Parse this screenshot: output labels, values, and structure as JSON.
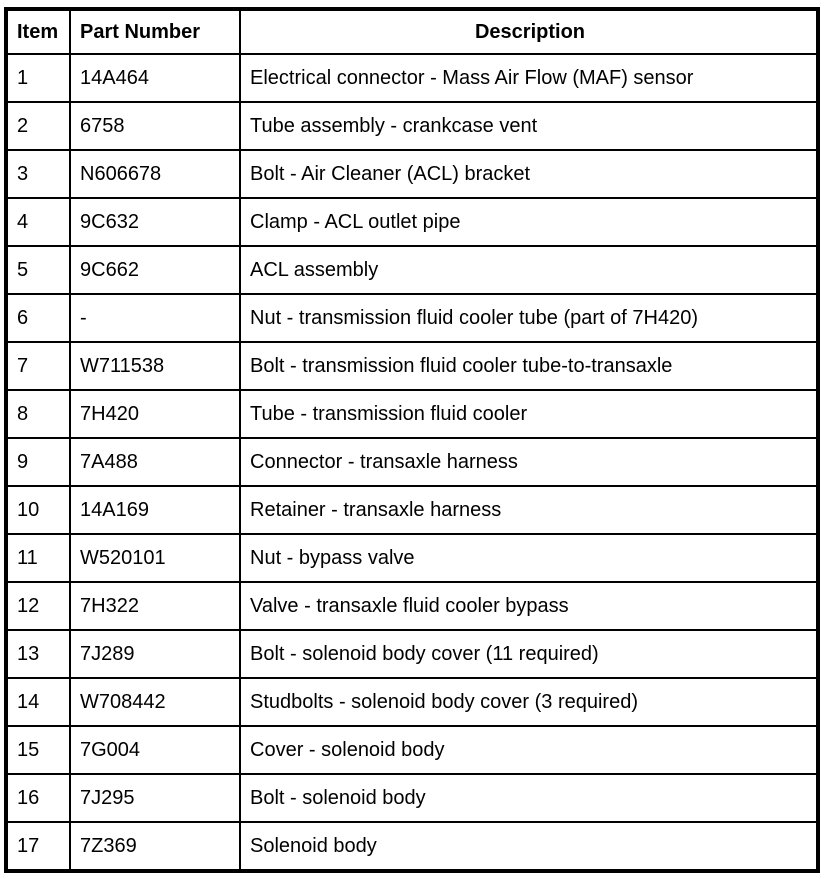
{
  "table": {
    "headers": {
      "item": "Item",
      "part_number": "Part Number",
      "description": "Description"
    },
    "rows": [
      {
        "item": "1",
        "part_number": "14A464",
        "description": "Electrical connector - Mass Air Flow (MAF) sensor"
      },
      {
        "item": "2",
        "part_number": "6758",
        "description": "Tube assembly - crankcase vent"
      },
      {
        "item": "3",
        "part_number": "N606678",
        "description": "Bolt - Air Cleaner (ACL) bracket"
      },
      {
        "item": "4",
        "part_number": "9C632",
        "description": "Clamp - ACL outlet pipe"
      },
      {
        "item": "5",
        "part_number": "9C662",
        "description": "ACL assembly"
      },
      {
        "item": "6",
        "part_number": "-",
        "description": "Nut - transmission fluid cooler tube (part of 7H420)"
      },
      {
        "item": "7",
        "part_number": "W711538",
        "description": "Bolt - transmission fluid cooler tube-to-transaxle"
      },
      {
        "item": "8",
        "part_number": "7H420",
        "description": "Tube - transmission fluid cooler"
      },
      {
        "item": "9",
        "part_number": "7A488",
        "description": "Connector - transaxle harness"
      },
      {
        "item": "10",
        "part_number": "14A169",
        "description": "Retainer - transaxle harness"
      },
      {
        "item": "11",
        "part_number": "W520101",
        "description": "Nut - bypass valve"
      },
      {
        "item": "12",
        "part_number": "7H322",
        "description": "Valve - transaxle fluid cooler bypass"
      },
      {
        "item": "13",
        "part_number": "7J289",
        "description": "Bolt - solenoid body cover (11 required)"
      },
      {
        "item": "14",
        "part_number": "W708442",
        "description": "Studbolts - solenoid body cover (3 required)"
      },
      {
        "item": "15",
        "part_number": "7G004",
        "description": "Cover - solenoid body"
      },
      {
        "item": "16",
        "part_number": "7J295",
        "description": "Bolt - solenoid body"
      },
      {
        "item": "17",
        "part_number": "7Z369",
        "description": "Solenoid body"
      }
    ]
  }
}
